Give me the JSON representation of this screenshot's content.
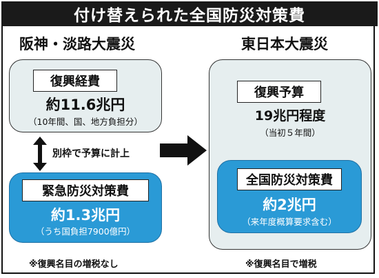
{
  "title": "付け替えられた全国防災対策費",
  "left": {
    "heading": "阪神・淡路大震災",
    "top_box": {
      "label": "復興経費",
      "amount": "約11.6兆円",
      "note": "（10年間、国、地方負担分）"
    },
    "link_text": "別枠で予算に計上",
    "bottom_box": {
      "label": "緊急防災対策費",
      "amount": "約1.3兆円",
      "note": "（うち国負担7900億円）"
    },
    "footer": "※復興名目の増税なし"
  },
  "right": {
    "heading": "東日本大震災",
    "outer_box": {
      "label": "復興予算",
      "amount": "19兆円程度",
      "note": "（当初５年間）"
    },
    "inner_box": {
      "label": "全国防災対策費",
      "amount": "約2兆円",
      "note": "（来年度概算要求含む）"
    },
    "footer": "※復興名目で増税"
  },
  "colors": {
    "title_bg": "#1a1a1a",
    "pale_box": "#e6eeef",
    "blue_box": "#2a9ad6"
  }
}
